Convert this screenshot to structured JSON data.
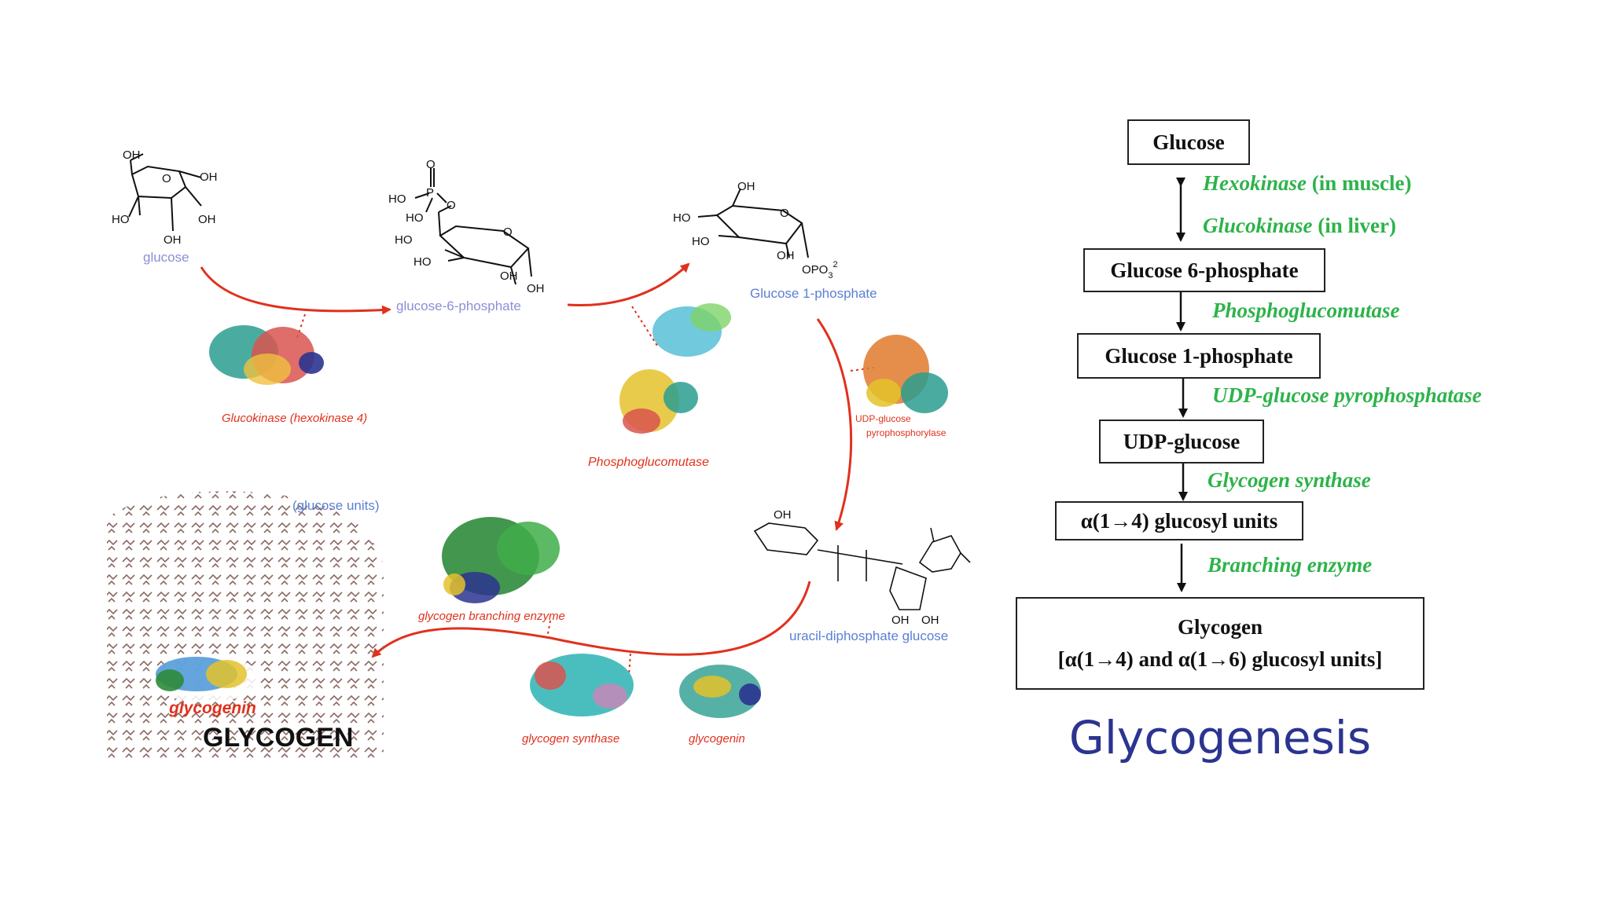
{
  "title": "Glycogenesis",
  "pathway": {
    "glucose_label": "glucose",
    "g6p_label": "glucose-6-phosphate",
    "g1p_label": "Glucose 1-phosphate",
    "udpg_label": "uracil-diphosphate glucose",
    "glucose_units_label": "(glucose units)",
    "glycogen_label": "GLYCOGEN",
    "glycogenin_inner_label": "glycogenin",
    "enzymes": {
      "glucokinase": "Glucokinase (hexokinase 4)",
      "phosphoglucomutase": "Phosphoglucomutase",
      "udp_pyrophosphorylase_line1": "UDP-glucose",
      "udp_pyrophosphorylase_line2": "pyrophosphorylase",
      "branching": "glycogen branching enzyme",
      "synthase": "glycogen synthase",
      "glycogenin": "glycogenin"
    },
    "chem": {
      "oh": "OH",
      "ho": "HO",
      "o": "O",
      "p": "P",
      "opo3": "OPO",
      "sub3": "3",
      "sup2": "2"
    }
  },
  "flowchart": {
    "boxes": {
      "glucose": "Glucose",
      "g6p": "Glucose 6-phosphate",
      "g1p": "Glucose 1-phosphate",
      "udpg": "UDP-glucose",
      "alpha14": "α(1→4) glucosyl units",
      "glycogen_line1": "Glycogen",
      "glycogen_line2": "[α(1→4) and α(1→6) glucosyl units]"
    },
    "enzymes": {
      "hexokinase": "Hexokinase",
      "hexokinase_note": "(in muscle)",
      "glucokinase": "Glucokinase",
      "glucokinase_note": "(in liver)",
      "phosphoglucomutase": "Phosphoglucomutase",
      "udp_pyrophosphatase": "UDP-glucose pyrophosphatase",
      "glycogen_synthase": "Glycogen synthase",
      "branching_enzyme": "Branching enzyme"
    }
  },
  "colors": {
    "arrow_red": "#e0311d",
    "enzyme_green": "#2db34a",
    "label_blue": "#5b7fd4",
    "title_navy": "#2b3490",
    "glycogen_brown": "#8a6a62"
  }
}
